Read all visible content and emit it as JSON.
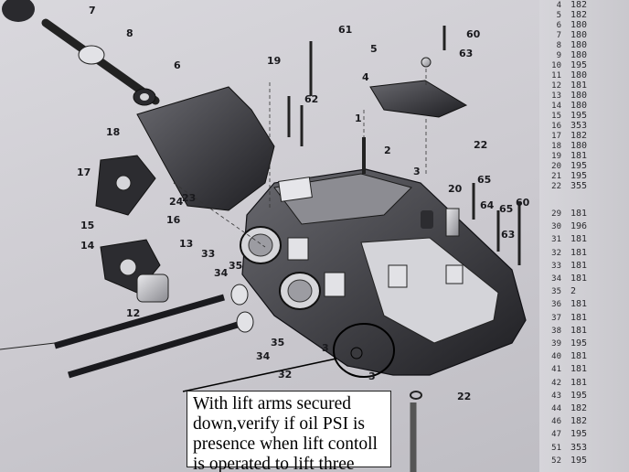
{
  "figure": {
    "callouts": [
      {
        "label": "7"
      },
      {
        "label": "8"
      },
      {
        "label": "6"
      },
      {
        "label": "19"
      },
      {
        "label": "61"
      },
      {
        "label": "60"
      },
      {
        "label": "5"
      },
      {
        "label": "63"
      },
      {
        "label": "4"
      },
      {
        "label": "62"
      },
      {
        "label": "1"
      },
      {
        "label": "2"
      },
      {
        "label": "22"
      },
      {
        "label": "18"
      },
      {
        "label": "17"
      },
      {
        "label": "24"
      },
      {
        "label": "23"
      },
      {
        "label": "3"
      },
      {
        "label": "20"
      },
      {
        "label": "65"
      },
      {
        "label": "64"
      },
      {
        "label": "65"
      },
      {
        "label": "63"
      },
      {
        "label": "60"
      },
      {
        "label": "15"
      },
      {
        "label": "16"
      },
      {
        "label": "14"
      },
      {
        "label": "13"
      },
      {
        "label": "33"
      },
      {
        "label": "34"
      },
      {
        "label": "35"
      },
      {
        "label": "12"
      },
      {
        "label": "34"
      },
      {
        "label": "35"
      },
      {
        "label": "32"
      },
      {
        "label": "3"
      },
      {
        "label": "3"
      },
      {
        "label": "22"
      }
    ]
  },
  "parts_list": {
    "upper": [
      {
        "idx": "4",
        "code": "182"
      },
      {
        "idx": "5",
        "code": "182"
      },
      {
        "idx": "6",
        "code": "180"
      },
      {
        "idx": "7",
        "code": "180"
      },
      {
        "idx": "8",
        "code": "180"
      },
      {
        "idx": "9",
        "code": "180"
      },
      {
        "idx": "10",
        "code": "195"
      },
      {
        "idx": "11",
        "code": "180"
      },
      {
        "idx": "12",
        "code": "181"
      },
      {
        "idx": "13",
        "code": "180"
      },
      {
        "idx": "14",
        "code": "180"
      },
      {
        "idx": "15",
        "code": "195"
      },
      {
        "idx": "16",
        "code": "353"
      },
      {
        "idx": "17",
        "code": "182"
      },
      {
        "idx": "18",
        "code": "180"
      },
      {
        "idx": "19",
        "code": "181"
      },
      {
        "idx": "20",
        "code": "195"
      },
      {
        "idx": "21",
        "code": "195"
      },
      {
        "idx": "22",
        "code": "355"
      }
    ],
    "lower": [
      {
        "idx": "29",
        "code": "181"
      },
      {
        "idx": "30",
        "code": "196"
      },
      {
        "idx": "31",
        "code": "181"
      },
      {
        "idx": "32",
        "code": "181"
      },
      {
        "idx": "33",
        "code": "181"
      },
      {
        "idx": "34",
        "code": "181"
      },
      {
        "idx": "35",
        "code": "2"
      },
      {
        "idx": "36",
        "code": "181"
      },
      {
        "idx": "37",
        "code": "181"
      },
      {
        "idx": "38",
        "code": "181"
      },
      {
        "idx": "39",
        "code": "195"
      },
      {
        "idx": "40",
        "code": "181"
      },
      {
        "idx": "41",
        "code": "181"
      },
      {
        "idx": "42",
        "code": "181"
      },
      {
        "idx": "43",
        "code": "195"
      },
      {
        "idx": "44",
        "code": "182"
      },
      {
        "idx": "46",
        "code": "182"
      },
      {
        "idx": "47",
        "code": "195"
      },
      {
        "idx": "51",
        "code": "353"
      },
      {
        "idx": "52",
        "code": "195"
      }
    ]
  },
  "note": {
    "text": "With lift arms secured down,verify if oil PSI is presence when lift contoll is operated to lift three point ARMS"
  }
}
